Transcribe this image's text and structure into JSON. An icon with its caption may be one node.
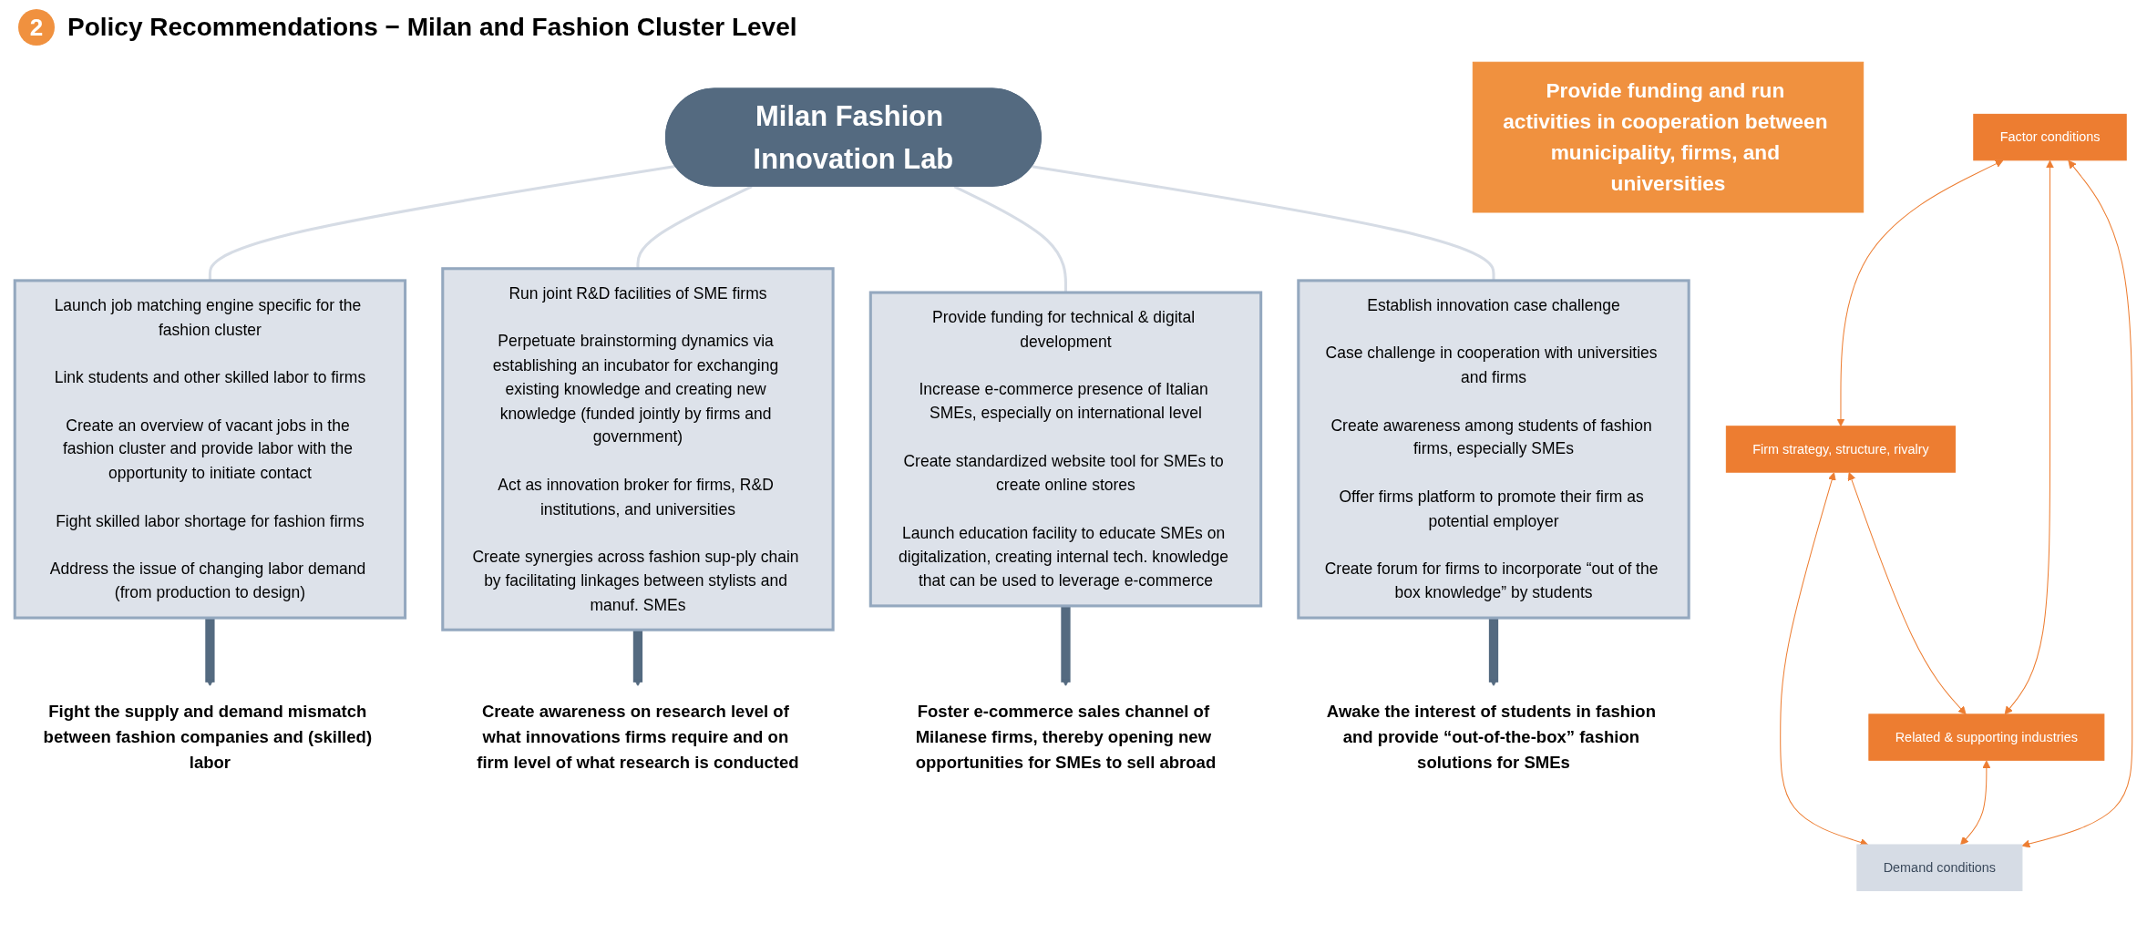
{
  "diagram": {
    "title": "Policy Recommendations − Milan and Fashion Cluster Level",
    "nodes": [
      {
        "text": [
          "Milan Fashion Innovation Lab"
        ]
      },
      {
        "text": [
          "Provide funding and run activities in cooperation between municipality, firms, and universities"
        ]
      },
      {
        "text": [
          "Launch job matching engine specific for the fashion cluster",
          "Link students and other skilled labor to firms",
          "Create an overview of vacant jobs in the fashion cluster and provide labor with the opportunity to initiate contact",
          "Fight skilled labor shortage for fashion firms",
          "Address the issue of changing labor demand (from production to design)"
        ]
      },
      {
        "text": [
          "Run joint R&D facilities of SME firms",
          "Perpetuate brainstorming dynamics via establishing an incubator for exchanging existing knowledge and creating new knowledge (funded jointly by firms and government)",
          "Act as innovation broker for firms, R&D institutions, and universities",
          "Create synergies across fashion sup-ply chain by facilitating linkages between stylists and manuf. SMEs"
        ]
      },
      {
        "text": [
          "Provide funding for technical & digital development",
          "Increase e-commerce presence of Italian SMEs, especially on international level",
          "Create standardized website tool for SMEs to create online stores",
          "Launch education facility to educate SMEs on digitalization, creating internal tech. knowledge that can be used to leverage e-commerce"
        ]
      },
      {
        "text": [
          "Establish innovation case challenge",
          "Case challenge in cooperation with universities and firms",
          "Create awareness among students of fashion firms, especially SMEs",
          "Offer firms platform to promote their firm as potential employer",
          "Create forum for firms to incorporate “out of the box knowledge” by students"
        ]
      },
      {
        "text": [
          "Fight the supply and demand mismatch between fashion companies and (skilled) labor"
        ]
      },
      {
        "text": [
          "Create awareness on research level of what innovations firms require and on firm level of what research is conducted"
        ]
      },
      {
        "text": [
          "Foster e-commerce sales channel of Milanese firms, thereby opening new opportunities for SMEs to sell abroad"
        ]
      },
      {
        "text": [
          "Awake the interest of students in fashion and provide “out-of-the-box” fashion solutions for SMEs"
        ]
      },
      {
        "text": [
          "Firm strategy, structure, rivalry"
        ]
      },
      {
        "text": [
          "Factor conditions"
        ]
      },
      {
        "text": [
          "Demand conditions"
        ]
      },
      {
        "text": [
          "Related & supporting industries"
        ]
      }
    ],
    "edges": [
      {
        "from": 0,
        "to": 2,
        "arrow": "none",
        "color": "#d6dce5"
      },
      {
        "from": 0,
        "to": 3,
        "arrow": "none",
        "color": "#d6dce5"
      },
      {
        "from": 0,
        "to": 4,
        "arrow": "none",
        "color": "#d6dce5"
      },
      {
        "from": 0,
        "to": 5,
        "arrow": "none",
        "color": "#d6dce5"
      },
      {
        "from": 2,
        "to": 6,
        "arrow": "to",
        "style": "thick",
        "color": "#546a80"
      },
      {
        "from": 3,
        "to": 7,
        "arrow": "to",
        "style": "thick",
        "color": "#546a80"
      },
      {
        "from": 4,
        "to": 8,
        "arrow": "to",
        "style": "thick",
        "color": "#546a80"
      },
      {
        "from": 5,
        "to": 9,
        "arrow": "to",
        "style": "thick",
        "color": "#546a80"
      },
      {
        "from": 11,
        "to": 10,
        "arrow": "both",
        "color": "#ed7d31"
      },
      {
        "from": 10,
        "to": 12,
        "arrow": "both",
        "color": "#ed7d31"
      },
      {
        "from": 11,
        "to": 13,
        "arrow": "both",
        "color": "#ed7d31"
      },
      {
        "from": 13,
        "to": 12,
        "arrow": "both",
        "color": "#ed7d31"
      },
      {
        "from": 10,
        "to": 13,
        "arrow": "both",
        "color": "#ed7d31"
      },
      {
        "from": 11,
        "to": 12,
        "arrow": "both",
        "color": "#ed7d31"
      }
    ],
    "labels": [
      "2"
    ]
  }
}
